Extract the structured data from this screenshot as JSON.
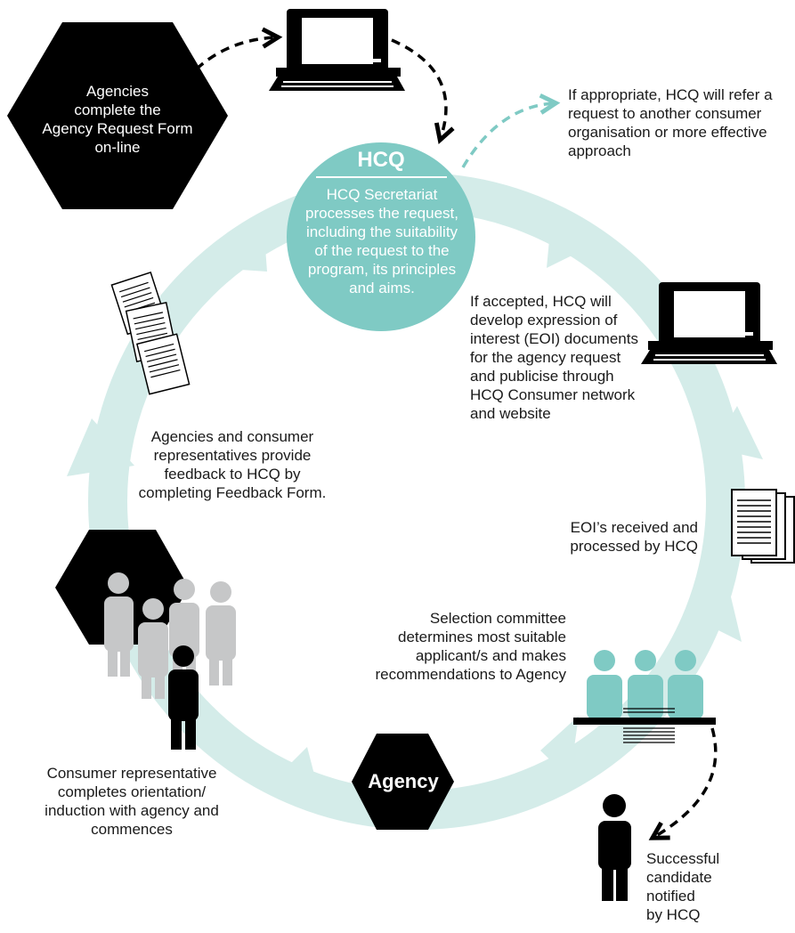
{
  "colors": {
    "teal": "#7fcac4",
    "teal_light": "#d4ece9",
    "black": "#000000",
    "grey": "#c6c7c8"
  },
  "icons": [
    "computer-icon",
    "documents-icon",
    "people-group-icon",
    "person-icon"
  ],
  "hcq": {
    "title": "HCQ",
    "body": "HCQ Secretariat\nprocesses the request,\nincluding the suitability\nof the request to the\nprogram, its principles\nand aims."
  },
  "agency_hexagon": {
    "text": "Agencies\ncomplete the\nAgency Request Form\non-line"
  },
  "agency_label": "Agency",
  "steps": {
    "refer": "If appropriate, HCQ will refer a\nrequest to another consumer\norganisation or more effective\napproach",
    "accepted": "If accepted, HCQ will\ndevelop expression of\ninterest (EOI) documents\nfor the agency request\nand publicise through\nHCQ Consumer network\nand website",
    "eoi_received": "EOI’s received and\nprocessed by HCQ",
    "selection": "Selection committee\ndetermines most suitable\napplicant/s and makes\nrecommendations to Agency",
    "notified": "Successful\ncandidate\nnotified\nby HCQ",
    "orientation": "Consumer representative\ncompletes orientation/\ninduction with agency and\ncommences",
    "feedback": "Agencies and consumer\nrepresentatives provide\nfeedback to HCQ by\ncompleting Feedback Form."
  }
}
